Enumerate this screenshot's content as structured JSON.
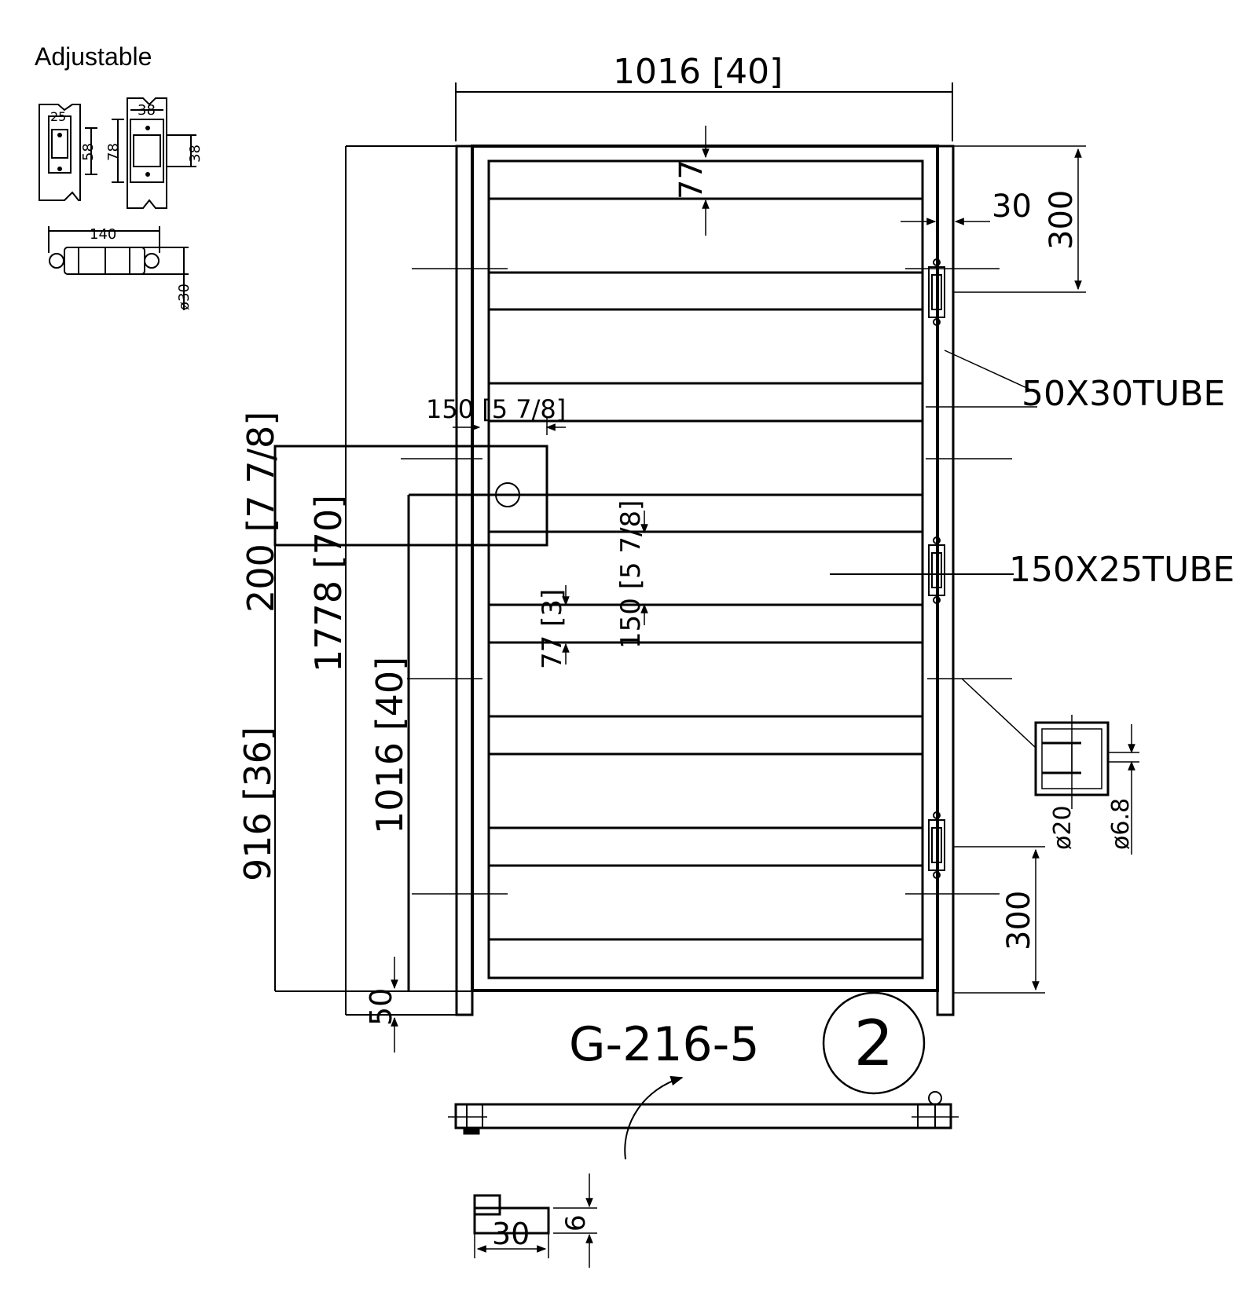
{
  "header": {
    "label": "Adjustable"
  },
  "hinge_detail": {
    "dim_25": "25",
    "dim_58": "58",
    "dim_78": "78",
    "dim_38_top": "38",
    "dim_38_side": "38",
    "dim_140": "140",
    "dim_phi30": "ø30"
  },
  "gate": {
    "overall_width": "1016 [40]",
    "top_gap": "77",
    "hinge_gap": "30",
    "hinge_offset_top": "300",
    "hinge_offset_bottom": "300",
    "frame_tube": "50X30TUBE",
    "slat_tube": "150X25TUBE",
    "handle_width": "150 [5 7/8]",
    "overall_height": "1778 [70]",
    "latch_height": "1016 [40]",
    "latch_box_height": "200 [7 7/8]",
    "latch_drop": "916 [36]",
    "slat_height": "150 [5 7/8]",
    "slat_gap": "77 [3]",
    "bottom_gap": "50",
    "pin_hole": "ø20",
    "pin": "ø6.8",
    "model_code": "G-216-5",
    "variant": "2",
    "plate_thickness": "6",
    "plate_width": "30"
  }
}
